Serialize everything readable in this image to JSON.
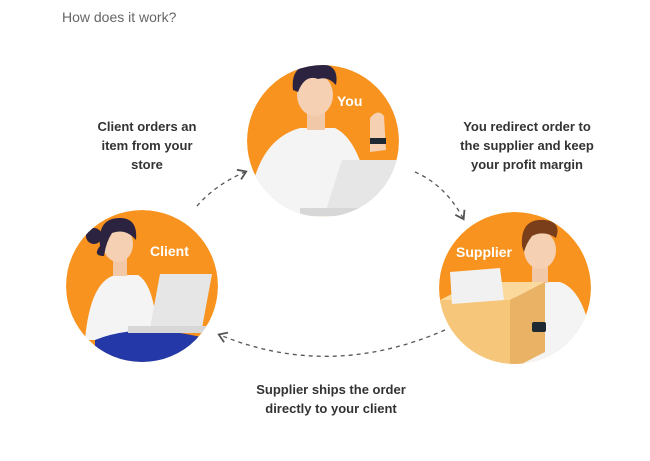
{
  "heading": "How does it work?",
  "nodes": {
    "you": {
      "label": "You"
    },
    "client": {
      "label": "Client"
    },
    "supplier": {
      "label": "Supplier"
    }
  },
  "steps": {
    "client_orders": "Client orders an\nitem from your\nstore",
    "redirect": "You redirect order to\nthe supplier and keep\nyour profit margin",
    "ships": "Supplier ships the order\ndirectly to your client"
  },
  "colors": {
    "accent": "#F7931E",
    "navy": "#1E3A8A",
    "text": "#333333"
  },
  "icons": [
    "person-you-illustration",
    "person-client-illustration",
    "person-supplier-illustration",
    "dashed-arrow-icon"
  ]
}
